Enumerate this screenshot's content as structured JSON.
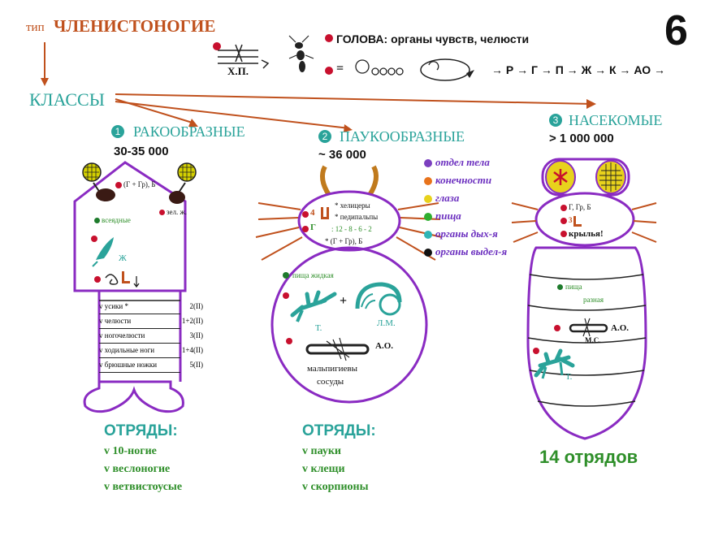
{
  "header": {
    "type_prefix": "тип",
    "type_name": "ЧЛЕНИСТОНОГИЕ",
    "page_number": "6",
    "classes_label": "КЛАССЫ"
  },
  "top": {
    "xp_label": "Х.П.",
    "head_text": "ГОЛОВА: органы чувств, челюсти",
    "equals": "=",
    "sequence": "→ Р → Г → П → Ж → К → АО →"
  },
  "legend": [
    {
      "label": "отдел тела",
      "color": "#7b3fbf"
    },
    {
      "label": "конечности",
      "color": "#e8731c"
    },
    {
      "label": "глаза",
      "color": "#e8d21c"
    },
    {
      "label": "пища",
      "color": "#2fae2f"
    },
    {
      "label": "органы дых-я",
      "color": "#2fb5b5"
    },
    {
      "label": "органы выдел-я",
      "color": "#111111"
    }
  ],
  "classes": [
    {
      "number": "1",
      "name": "РАКООБРАЗНЫЕ",
      "count": "30-35 000",
      "labels": {
        "mouth": "(Г + Гр), Б",
        "gland": "зел. ж.",
        "food": "всеядные",
        "gill": "Ж"
      },
      "table": [
        {
          "name": "v усики *",
          "value": "2(II)"
        },
        {
          "name": "v челюсти",
          "value": "1+2(II)"
        },
        {
          "name": "v ногочелюсти",
          "value": "3(II)"
        },
        {
          "name": "v ходильные ноги",
          "value": "1+4(II)"
        },
        {
          "name": "v брюшные ножки",
          "value": "5(II)"
        }
      ],
      "orders_title": "ОТРЯДЫ:",
      "orders": [
        "v 10-ногие",
        "v веслоногие",
        "v ветвистоусые"
      ]
    },
    {
      "number": "2",
      "name": "ПАУКООБРАЗНЫЕ",
      "count": "~ 36 000",
      "labels": {
        "chelicerae": "* хелицеры",
        "pedipalps": "* педипальпы",
        "limbs_num": "4",
        "eyes": "Г",
        "eyes_nums": ": 12 - 8 - 6 - 2",
        "mouth": "* (Г + Гр), Б",
        "food": "пища жидкая",
        "trachea": "Т.",
        "lungs": "Л.М.",
        "excretory": "А.О.",
        "malpighian": "мальпигиевы",
        "vessels": "сосуды"
      },
      "orders_title": "ОТРЯДЫ:",
      "orders": [
        "v пауки",
        "v клещи",
        "v скорпионы"
      ]
    },
    {
      "number": "3",
      "name": "НАСЕКОМЫЕ",
      "count": "> 1 000 000",
      "labels": {
        "head": "Г, Гр, Б",
        "limbs_num": "3",
        "wings": "крылья!",
        "food": "пища",
        "food2": "разная",
        "excretory": "А.О.",
        "ms": "М.С.",
        "trachea": "Т."
      },
      "orders_summary": "14 отрядов"
    }
  ]
}
